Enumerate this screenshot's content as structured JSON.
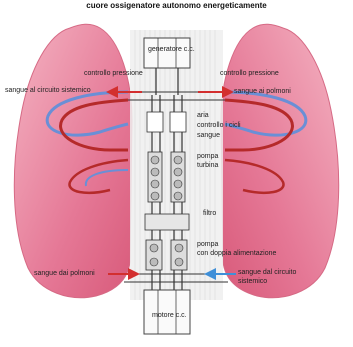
{
  "title": "cuore ossigenatore autonomo energeticamente",
  "labels": {
    "generatore": "generatore c.c.",
    "controllo_pressione_left": "controllo pressione",
    "controllo_pressione_right": "controllo pressione",
    "sangue_circuito_sistemico_top": "sangue al circuito sistemico",
    "sangue_ai_polmoni_top": "sangue ai polmoni",
    "aria": "aria",
    "controllo_cicli": "controllo i cicli",
    "sangue": "sangue",
    "pompa_turbina": "pompa\nturbina",
    "filtro": "filtro",
    "pompa_doppia": "pompa\ncon doppia alimentazione",
    "sangue_dai_polmoni": "sangue dai polmoni",
    "sangue_dal_circuito_sistemico": "sangue dal circuito\nsistemico",
    "motore": "motore c.c."
  },
  "colors": {
    "lung": "#e06a86",
    "lung_light": "#f3a9bb",
    "artery": "#c0392b",
    "vein": "#6a8fd6",
    "arrow_red": "#d32f2f",
    "arrow_blue": "#3f8fd8"
  }
}
